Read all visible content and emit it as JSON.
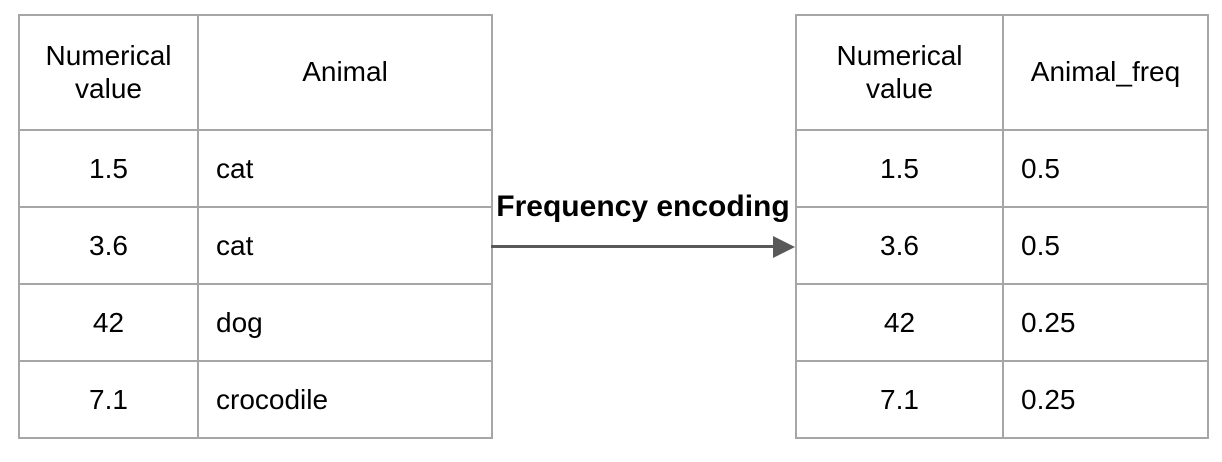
{
  "diagram": {
    "arrow_label": "Frequency encoding"
  },
  "left_table": {
    "columns": [
      "Numerical value",
      "Animal"
    ],
    "rows": [
      {
        "value": "1.5",
        "animal": "cat"
      },
      {
        "value": "3.6",
        "animal": "cat"
      },
      {
        "value": "42",
        "animal": "dog"
      },
      {
        "value": "7.1",
        "animal": "crocodile"
      }
    ]
  },
  "right_table": {
    "columns": [
      "Numerical value",
      "Animal_freq"
    ],
    "rows": [
      {
        "value": "1.5",
        "freq": "0.5"
      },
      {
        "value": "3.6",
        "freq": "0.5"
      },
      {
        "value": "42",
        "freq": "0.25"
      },
      {
        "value": "7.1",
        "freq": "0.25"
      }
    ]
  },
  "colors": {
    "table_border": "#a6a6a6",
    "arrow": "#595959",
    "text": "#000000"
  }
}
